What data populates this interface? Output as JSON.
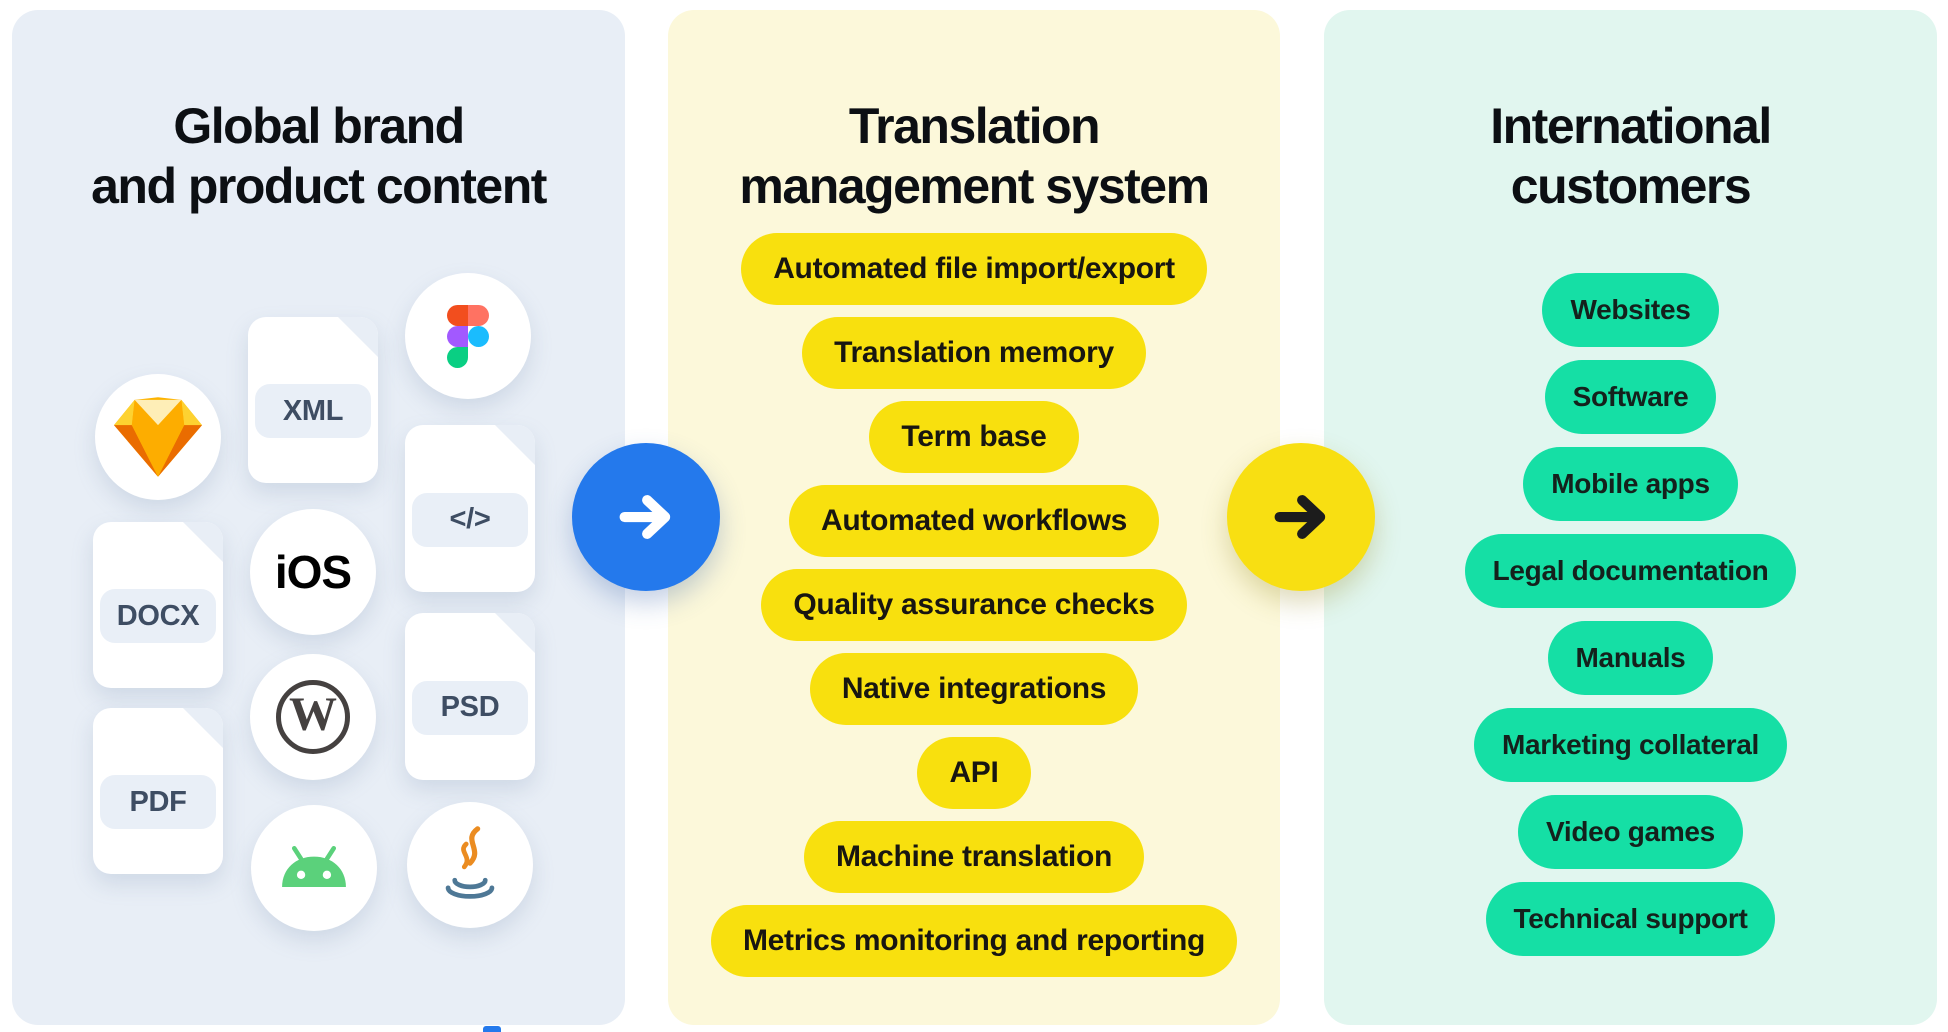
{
  "left_panel": {
    "title_line1": "Global brand",
    "title_line2": "and product content",
    "file_labels": {
      "xml": "XML",
      "docx": "DOCX",
      "pdf": "PDF",
      "psd": "PSD",
      "code": "</>"
    },
    "ios_label": "iOS",
    "wordpress_glyph": "W",
    "icon_names": [
      "sketch-icon",
      "figma-icon",
      "ios-icon",
      "wordpress-icon",
      "android-icon",
      "java-icon"
    ]
  },
  "middle_panel": {
    "title_line1": "Translation",
    "title_line2": "management system",
    "pills": [
      "Automated file import/export",
      "Translation memory",
      "Term base",
      "Automated workflows",
      "Quality assurance checks",
      "Native integrations",
      "API",
      "Machine translation",
      "Metrics monitoring and reporting"
    ]
  },
  "right_panel": {
    "title_line1": "International",
    "title_line2": "customers",
    "pills": [
      "Websites",
      "Software",
      "Mobile apps",
      "Legal documentation",
      "Manuals",
      "Marketing collateral",
      "Video games",
      "Technical support"
    ]
  },
  "arrows": {
    "left_to_middle": "arrow-right",
    "middle_to_right": "arrow-right"
  },
  "colors": {
    "left_panel_bg": "#e8eef6",
    "middle_panel_bg": "#fcf8da",
    "right_panel_bg": "#e1f6ef",
    "yellow_pill": "#f8e00e",
    "teal_pill": "#15dfa5",
    "blue_circle": "#2479ec",
    "yellow_circle": "#f8df12"
  }
}
